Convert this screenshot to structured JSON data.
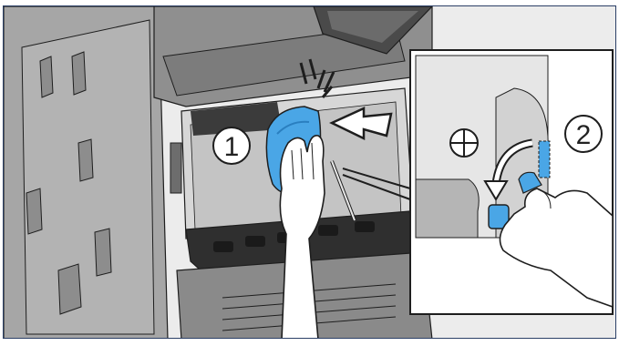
{
  "illustration": {
    "step_1": "1",
    "step_2": "2",
    "icons": [
      "printer-body-graphic",
      "toner-container",
      "push-arrow",
      "rotate-arrow",
      "hand",
      "lock-lever",
      "click-sound-marks"
    ],
    "colors": {
      "accent_blue": "#4aa6e6",
      "machine_gray": "#9a9a9a",
      "machine_dark": "#3b3b3b",
      "frame_border": "#2b3f66",
      "outline": "#1e1e1e"
    }
  }
}
